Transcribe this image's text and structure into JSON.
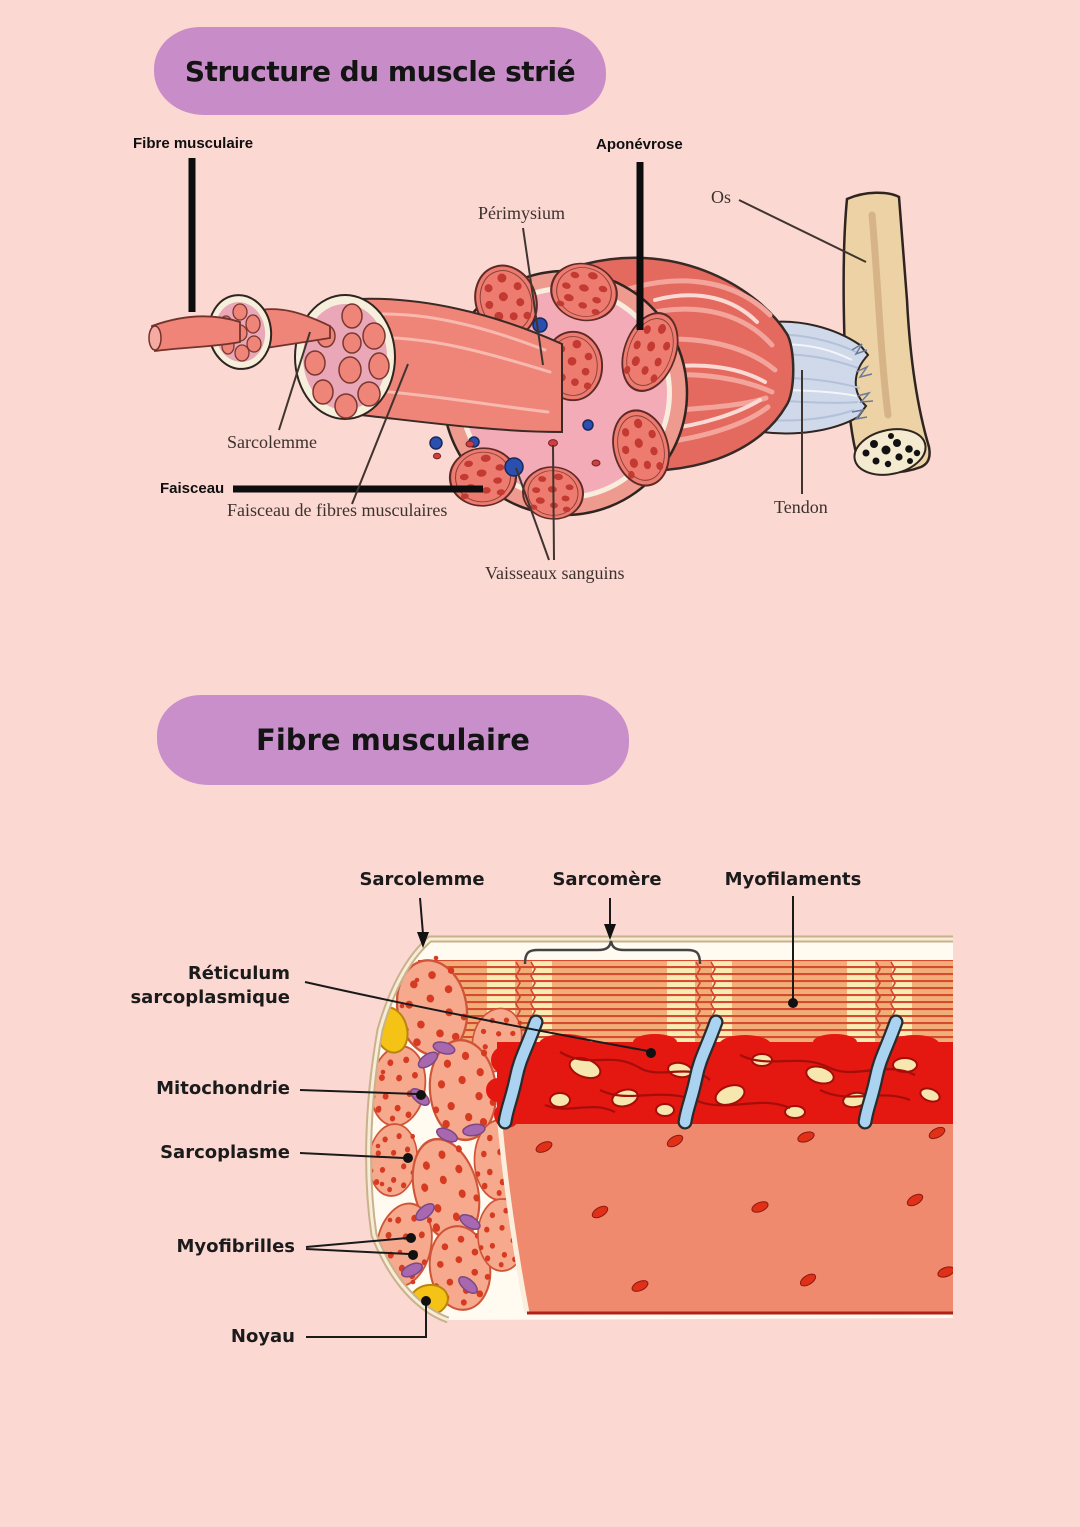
{
  "page": {
    "background": "#fcd8d3"
  },
  "section_top": {
    "title": "Structure du muscle strié",
    "annotations": {
      "fibre_musculaire": "Fibre musculaire",
      "aponevrose": "Aponévrose",
      "faisceau": "Faisceau"
    },
    "labels": {
      "os": "Os",
      "perimysium": "Périmysium",
      "sarcolemme": "Sarcolemme",
      "faisceau_de_fibres": "Faisceau de fibres musculaires",
      "tendon": "Tendon",
      "vaisseaux_sanguins": "Vaisseaux sanguins"
    }
  },
  "section_fiber": {
    "title": "Fibre musculaire",
    "labels": {
      "sarcolemme": "Sarcolemme",
      "sarcomere": "Sarcomère",
      "myofilaments": "Myofilaments",
      "reticulum_sarcoplasmique": "Réticulum\nsarcoplasmique",
      "mitochondrie": "Mitochondrie",
      "sarcoplasme": "Sarcoplasme",
      "myofibrilles": "Myofibrilles",
      "noyau": "Noyau"
    }
  },
  "palette": {
    "background_pink": "#fcd8d3",
    "title_bubble_purple": "#c88dc8",
    "muscle_salmon": "#ef8478",
    "muscle_belly_dark": "#e4695e",
    "cross_section_pink": "#f3abb8",
    "fascicle_salmon": "#ee7b6f",
    "blood_vessel_blue": "#2b4fae",
    "bone_beige": "#ecd2a4",
    "tendon_blue_gray": "#cfd9ea",
    "sr_red": "#e41711",
    "t_tubule_blue": "#a9d3f0",
    "striation_yellow": "#f7edb4",
    "striation_orange": "#f1ae77",
    "nucleus_yellow": "#f5c216",
    "mitochondria_purple": "#a868b0",
    "myofibril_salmon": "#f6a98c"
  }
}
